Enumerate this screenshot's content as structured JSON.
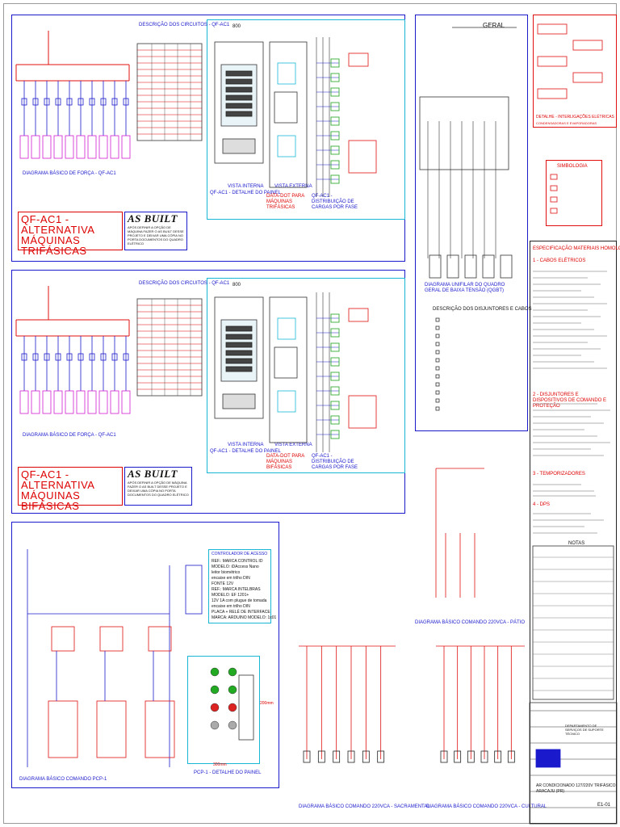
{
  "sheet": {
    "top_panel": {
      "diagram_title": "DIAGRAMA BÁSICO DE FORÇA - QF-AC1",
      "circuits_title": "DESCRIÇÃO DOS CIRCUITOS - QF-AC1",
      "panel_title": "QF-AC1 - ALTERNATIVA MÁQUINAS TRIFÁSICAS",
      "as_built": "AS BUILT",
      "as_built_note": "APÓS DEFINIR A OPÇÃO DE MÁQUINA FAZER O AS BUILT DESSE PROJETO E DEIXAR UMA CÓPIA NO PORTA DOCUMENTOS DO QUADRO ELÉTRICO",
      "view_internal": "VISTA INTERNA",
      "view_external": "VISTA EXTERNA",
      "detail_label": "QF-AC1 - DETALHE DO PAINEL",
      "machines_label": "DATA-DOT PARA MÁQUINAS TRIFÁSICAS",
      "distribution_label": "QF-AC1 - DISTRIBUIÇÃO DE CARGAS POR FASE",
      "dimension": "800"
    },
    "mid_panel": {
      "diagram_title": "DIAGRAMA BÁSICO DE FORÇA - QF-AC1",
      "circuits_title": "DESCRIÇÃO DOS CIRCUITOS - QF-AC1",
      "panel_title": "QF-AC1 - ALTERNATIVA MÁQUINAS BIFÁSICAS",
      "as_built": "AS BUILT",
      "as_built_note": "APÓS DEFINIR A OPÇÃO DE MÁQUINA FAZER O AS BUILT DESSE PROJETO E DEIXAR UMA CÓPIA NO PORTA DOCUMENTOS DO QUADRO ELÉTRICO",
      "view_internal": "VISTA INTERNA",
      "view_external": "VISTA EXTERNA",
      "detail_label": "QF-AC1 - DETALHE DO PAINEL",
      "machines_label": "DATA-DOT PARA MÁQUINAS BIFÁSICAS",
      "distribution_label": "QF-AC1 - DISTRIBUIÇÃO DE CARGAS POR FASE",
      "dimension": "800"
    },
    "right_top": {
      "general_label": "GERAL",
      "unifilar_title": "DIAGRAMA UNIFILAR DO QUADRO GERAL DE BAIXA TENSÃO (QGBT)",
      "circuit_desc_title": "DESCRIÇÃO DOS DISJUNTORES E CABOS",
      "legend_title": "SIMBOLOGIA",
      "red_box_title": "DETALHE - INTERLIGAÇÕES ELÉTRICAS",
      "red_box_sub": "CONDENSADORAS E EVAPORADORAS"
    },
    "specs": {
      "title": "ESPECIFICAÇÃO MATERIAIS HOMOLOGADOS",
      "s1": "1 - CABOS ELÉTRICOS",
      "s2": "2 - DISJUNTORES E DISPOSITIVOS DE COMANDO E PROTEÇÃO",
      "s3": "3 - TEMPORIZADORES",
      "s4": "4 - DPS",
      "notes": "NOTAS"
    },
    "control": {
      "pcp_title": "DIAGRAMA BÁSICO COMANDO PCP-1",
      "access_title": "CONTROLADOR DE ACESSO",
      "access_lines": [
        "REF.: MARCA CONTROL ID",
        "MODELO: iDAccess Nano",
        "leitor biométrico",
        "encaixe em trilho DIN",
        "FONTE 12V",
        "REF.: MARCA INTELBRAS",
        "MODELO: EF 1201+",
        "12V 1A com plugue de tomada",
        "encaixe em trilho DIN",
        "PLACA + RELÉ DE INTERFACE",
        "MARCA: ARDUINO MODELO: 1x01"
      ],
      "panel_detail": "PCP-1 - DETALHE DO PAINEL",
      "panel_w": "300mm",
      "panel_h": "200mm",
      "patio_title": "DIAGRAMA BÁSICO COMANDO 220VCA - PÁTIO",
      "sacr_title": "DIAGRAMA BÁSICO COMANDO 220VCA - SACRAMENTAL",
      "cult_title": "DIAGRAMA BÁSICO COMANDO 220VCA - CULTURAL"
    },
    "title_block": {
      "department": "DEPARTAMENTO DE SERVIÇOS DE SUPORTE TÉCNICO",
      "project": "AR CONDICIONADO 127/220V TRIFÁSICO",
      "location": "ARACAJU (PR)",
      "sheet_no": "E1-01"
    }
  },
  "colors": {
    "line_blue": "#1a1acc",
    "line_red": "#e01010",
    "line_cyan": "#19b6d8",
    "line_magenta": "#d21cd2",
    "line_green": "#1fa31f"
  }
}
